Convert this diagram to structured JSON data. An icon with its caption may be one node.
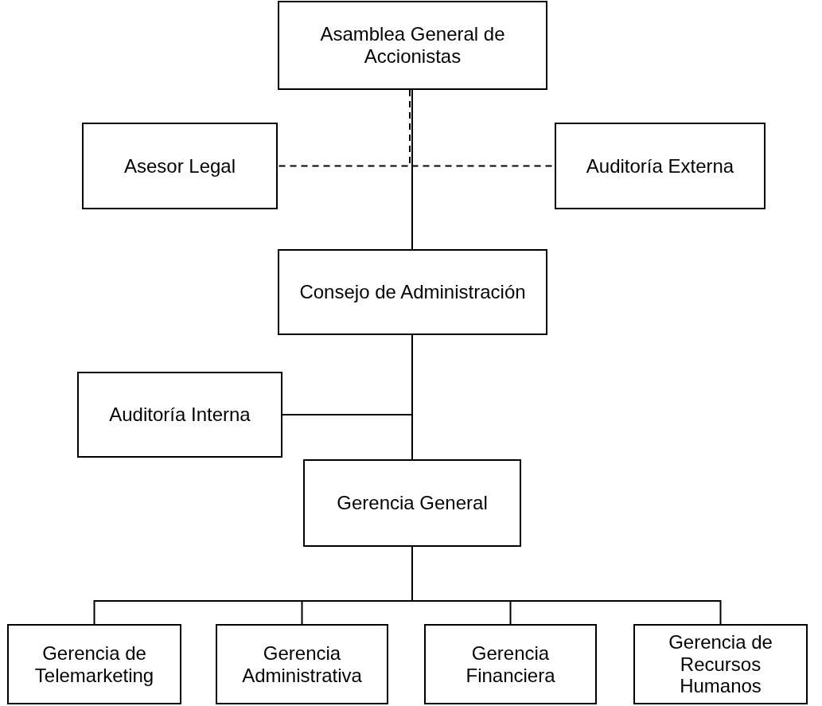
{
  "diagram": {
    "nodes": [
      {
        "text": [
          "Asamblea General de Accionistas"
        ]
      },
      {
        "text": [
          "Asesor Legal"
        ]
      },
      {
        "text": [
          "Auditoría Externa"
        ]
      },
      {
        "text": [
          "Consejo de Administración"
        ]
      },
      {
        "text": [
          "Auditoría Interna"
        ]
      },
      {
        "text": [
          "Gerencia General"
        ]
      },
      {
        "text": [
          "Gerencia de Telemarketing"
        ]
      },
      {
        "text": [
          "Gerencia Administrativa"
        ]
      },
      {
        "text": [
          "Gerencia Financiera"
        ]
      },
      {
        "text": [
          "Gerencia de Recursos Humanos"
        ]
      }
    ],
    "edges": [
      {
        "from": 0,
        "to": 3,
        "arrow": "none"
      },
      {
        "from": 0,
        "to": 1,
        "arrow": "none",
        "style": "dashed"
      },
      {
        "from": 0,
        "to": 2,
        "arrow": "none",
        "style": "dashed"
      },
      {
        "from": 3,
        "to": 4,
        "arrow": "none"
      },
      {
        "from": 3,
        "to": 5,
        "arrow": "none"
      },
      {
        "from": 5,
        "to": 6,
        "arrow": "none"
      },
      {
        "from": 5,
        "to": 7,
        "arrow": "none"
      },
      {
        "from": 5,
        "to": 8,
        "arrow": "none"
      },
      {
        "from": 5,
        "to": 9,
        "arrow": "none"
      }
    ]
  }
}
